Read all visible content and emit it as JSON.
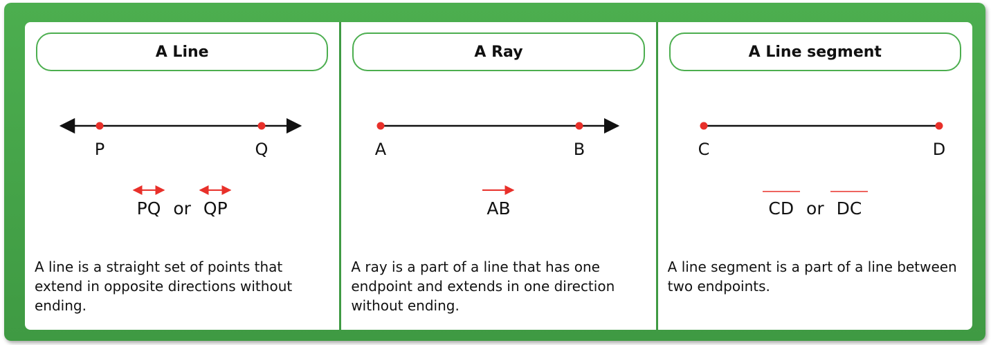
{
  "accent_color": "#4cae4f",
  "point_color": "#e8302a",
  "panels": [
    {
      "title": "A Line",
      "figure": "line",
      "points": [
        "P",
        "Q"
      ],
      "notation": [
        "PQ",
        "or",
        "QP"
      ],
      "notation_symbol": "double-arrow",
      "description": "A line is a straight set of points that extend in opposite directions without ending."
    },
    {
      "title": "A Ray",
      "figure": "ray",
      "points": [
        "A",
        "B"
      ],
      "notation": [
        "AB"
      ],
      "notation_symbol": "single-arrow",
      "description": "A ray is a part of a line that has one endpoint and extends in one direction without ending."
    },
    {
      "title": "A Line segment",
      "figure": "segment",
      "points": [
        "C",
        "D"
      ],
      "notation": [
        "CD",
        "or",
        "DC"
      ],
      "notation_symbol": "bar",
      "description": "A line segment is a part of a line between two endpoints."
    }
  ]
}
